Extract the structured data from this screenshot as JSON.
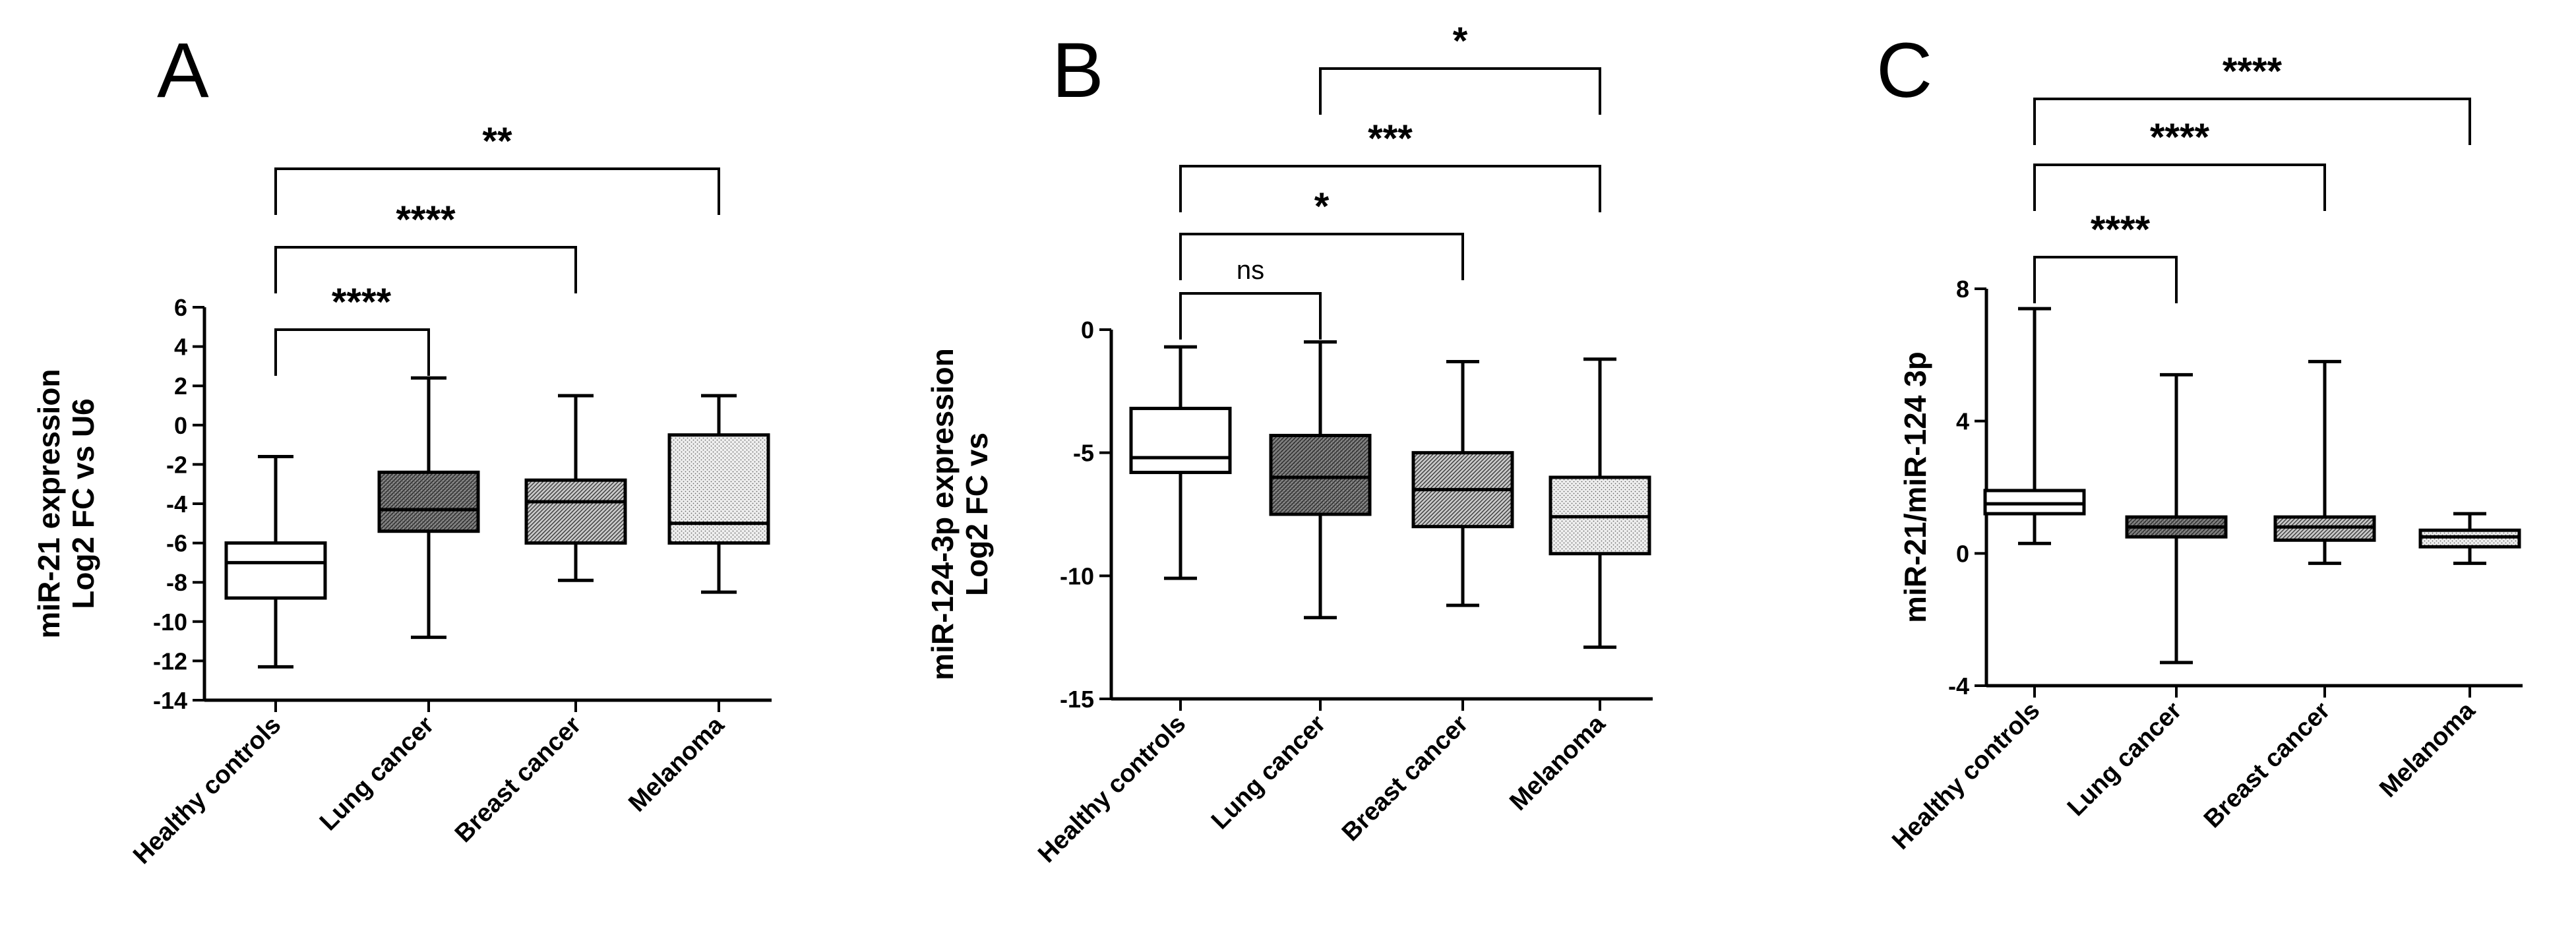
{
  "chart_data": [
    {
      "type": "box",
      "panel": "A",
      "ylabel_lines": [
        "miR-21 expression",
        "Log2 FC vs U6"
      ],
      "ylim": [
        -14,
        6
      ],
      "yticks": [
        6,
        4,
        2,
        0,
        -2,
        -4,
        -6,
        -8,
        -10,
        -12,
        -14
      ],
      "categories": [
        "Healthy controls",
        "Lung cancer",
        "Breast cancer",
        "Melanoma"
      ],
      "boxes": [
        {
          "min": -12.3,
          "q1": -8.8,
          "median": -7.0,
          "q3": -6.0,
          "max": -1.6
        },
        {
          "min": -10.8,
          "q1": -5.4,
          "median": -4.3,
          "q3": -2.4,
          "max": 2.4
        },
        {
          "min": -7.9,
          "q1": -6.0,
          "median": -3.9,
          "q3": -2.8,
          "max": 1.5
        },
        {
          "min": -8.5,
          "q1": -6.0,
          "median": -5.0,
          "q3": -0.5,
          "max": 1.5
        }
      ],
      "significance": [
        {
          "from": 0,
          "to": 1,
          "label": "****"
        },
        {
          "from": 0,
          "to": 2,
          "label": "****"
        },
        {
          "from": 0,
          "to": 3,
          "label": "**"
        }
      ]
    },
    {
      "type": "box",
      "panel": "B",
      "ylabel_lines": [
        "miR-124-3p expression",
        "Log2 FC vs"
      ],
      "ylim": [
        -15,
        0
      ],
      "yticks": [
        0,
        -5,
        -10,
        -15
      ],
      "categories": [
        "Healthy controls",
        "Lung cancer",
        "Breast cancer",
        "Melanoma"
      ],
      "boxes": [
        {
          "min": -10.1,
          "q1": -5.8,
          "median": -5.2,
          "q3": -3.2,
          "max": -0.7
        },
        {
          "min": -11.7,
          "q1": -7.5,
          "median": -6.0,
          "q3": -4.3,
          "max": -0.5
        },
        {
          "min": -11.2,
          "q1": -8.0,
          "median": -6.5,
          "q3": -5.0,
          "max": -1.3
        },
        {
          "min": -12.9,
          "q1": -9.1,
          "median": -7.6,
          "q3": -6.0,
          "max": -1.2
        }
      ],
      "significance": [
        {
          "from": 0,
          "to": 1,
          "label": "ns"
        },
        {
          "from": 0,
          "to": 2,
          "label": "*"
        },
        {
          "from": 0,
          "to": 3,
          "label": "***"
        },
        {
          "from": 1,
          "to": 3,
          "label": "*"
        }
      ]
    },
    {
      "type": "box",
      "panel": "C",
      "ylabel_lines": [
        "miR-21/miR-124 3p"
      ],
      "ylim": [
        -4,
        8
      ],
      "yticks": [
        8,
        4,
        0,
        -4
      ],
      "categories": [
        "Healthy controls",
        "Lung cancer",
        "Breast cancer",
        "Melanoma"
      ],
      "boxes": [
        {
          "min": 0.3,
          "q1": 1.2,
          "median": 1.5,
          "q3": 1.9,
          "max": 7.4
        },
        {
          "min": -3.3,
          "q1": 0.5,
          "median": 0.8,
          "q3": 1.1,
          "max": 5.4
        },
        {
          "min": -0.3,
          "q1": 0.4,
          "median": 0.8,
          "q3": 1.1,
          "max": 5.8
        },
        {
          "min": -0.3,
          "q1": 0.2,
          "median": 0.5,
          "q3": 0.7,
          "max": 1.2
        }
      ],
      "significance": [
        {
          "from": 0,
          "to": 1,
          "label": "****"
        },
        {
          "from": 0,
          "to": 2,
          "label": "****"
        },
        {
          "from": 0,
          "to": 3,
          "label": "****"
        }
      ]
    }
  ]
}
